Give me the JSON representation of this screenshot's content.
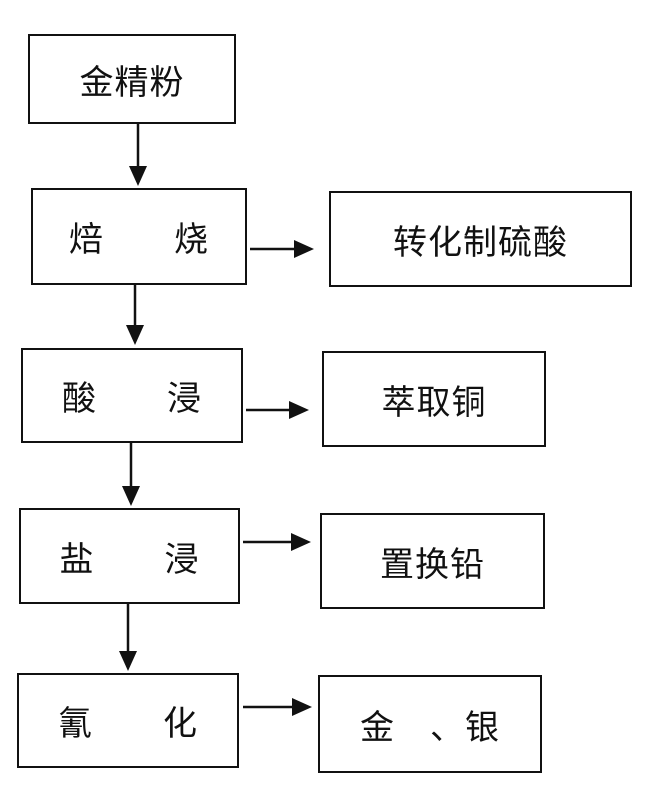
{
  "flowchart": {
    "main_steps": [
      {
        "id": "gold-concentrate",
        "label": "金精粉"
      },
      {
        "id": "roasting",
        "label": "焙　　烧"
      },
      {
        "id": "acid-leaching",
        "label": "酸　　浸"
      },
      {
        "id": "salt-leaching",
        "label": "盐　　浸"
      },
      {
        "id": "cyanidation",
        "label": "氰　　化"
      }
    ],
    "side_products": [
      {
        "id": "sulfuric-acid",
        "label": "转化制硫酸"
      },
      {
        "id": "copper-extraction",
        "label": "萃取铜"
      },
      {
        "id": "lead-replacement",
        "label": "置换铅"
      },
      {
        "id": "gold-silver",
        "label": "金　、银"
      }
    ],
    "edges": [
      {
        "from": "gold-concentrate",
        "to": "roasting"
      },
      {
        "from": "roasting",
        "to": "sulfuric-acid"
      },
      {
        "from": "roasting",
        "to": "acid-leaching"
      },
      {
        "from": "acid-leaching",
        "to": "copper-extraction"
      },
      {
        "from": "acid-leaching",
        "to": "salt-leaching"
      },
      {
        "from": "salt-leaching",
        "to": "lead-replacement"
      },
      {
        "from": "salt-leaching",
        "to": "cyanidation"
      },
      {
        "from": "cyanidation",
        "to": "gold-silver"
      }
    ]
  }
}
